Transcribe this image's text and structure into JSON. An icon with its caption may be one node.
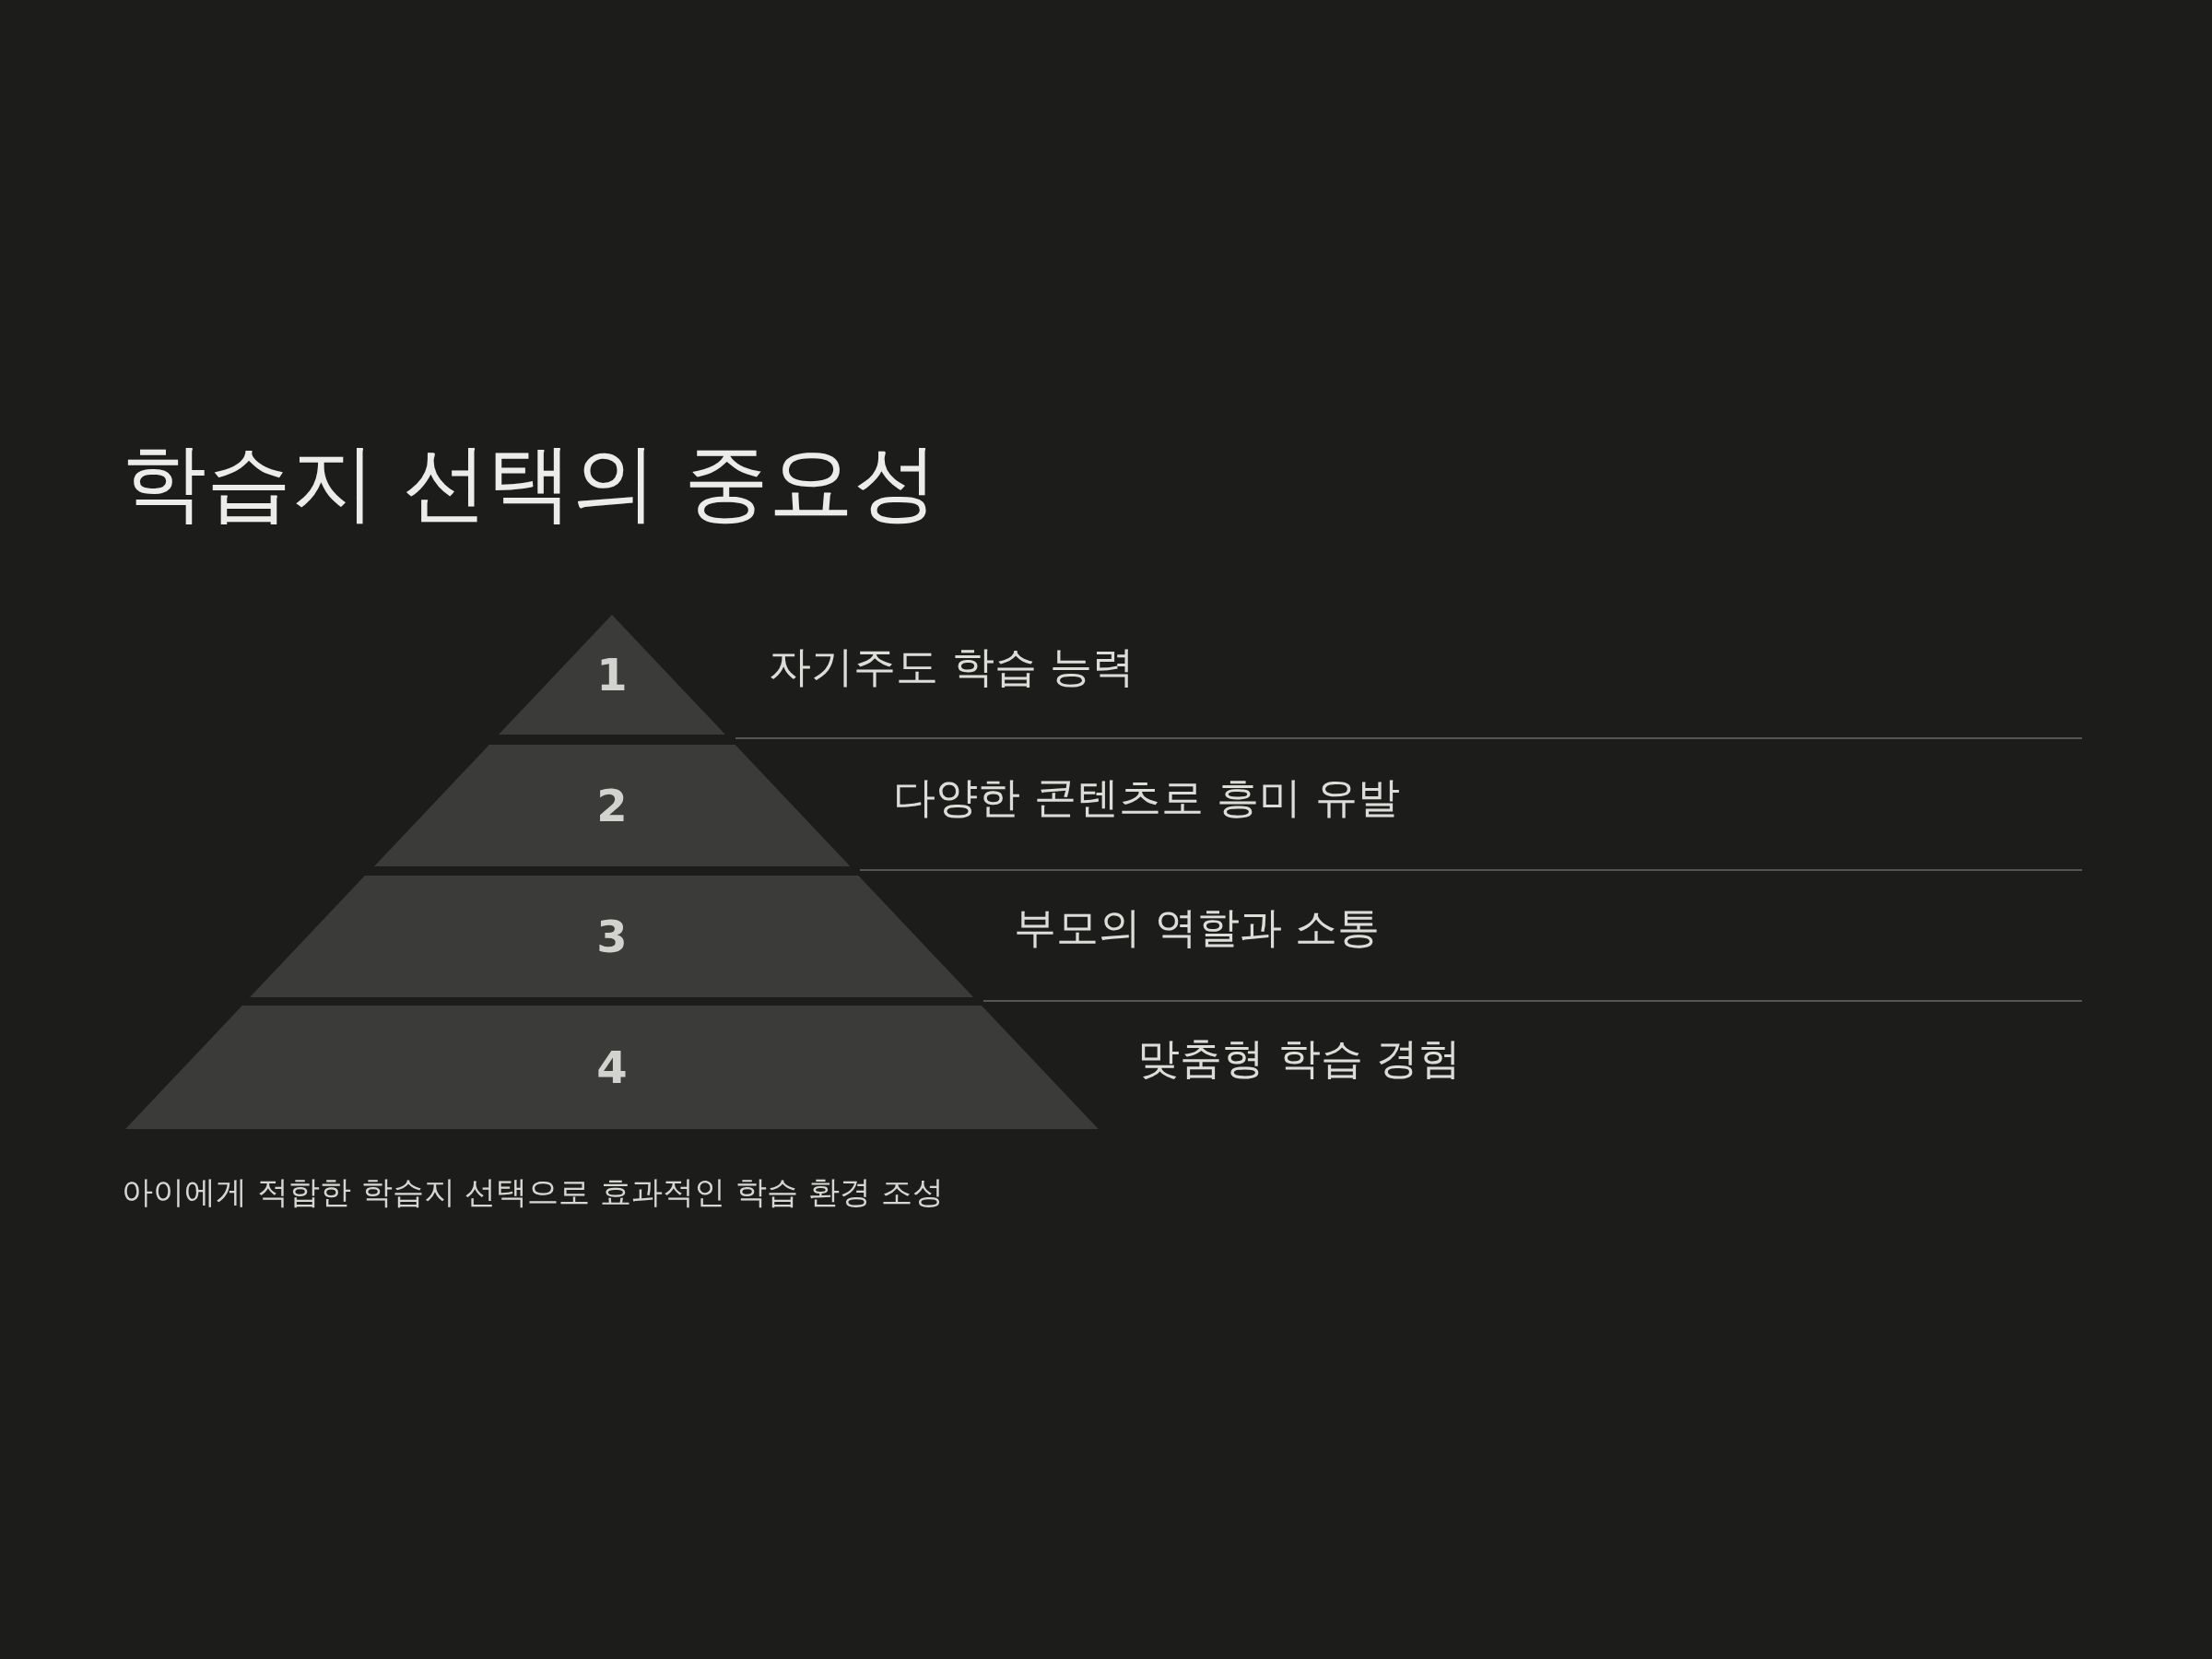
{
  "diagram": {
    "title": "학습지 선택의 중요성",
    "caption": "아이에게 적합한 학습지 선택으로 효과적인 학습 환경 조성",
    "nodes": [
      {
        "text": [
          "1"
        ],
        "beside": [
          "자기주도 학습 능력"
        ]
      },
      {
        "text": [
          "2"
        ],
        "beside": [
          "다양한 콘텐츠로 흥미 유발"
        ]
      },
      {
        "text": [
          "3"
        ],
        "beside": [
          "부모의 역할과 소통"
        ]
      },
      {
        "text": [
          "4"
        ],
        "beside": [
          "맞춤형 학습 경험"
        ]
      }
    ]
  }
}
